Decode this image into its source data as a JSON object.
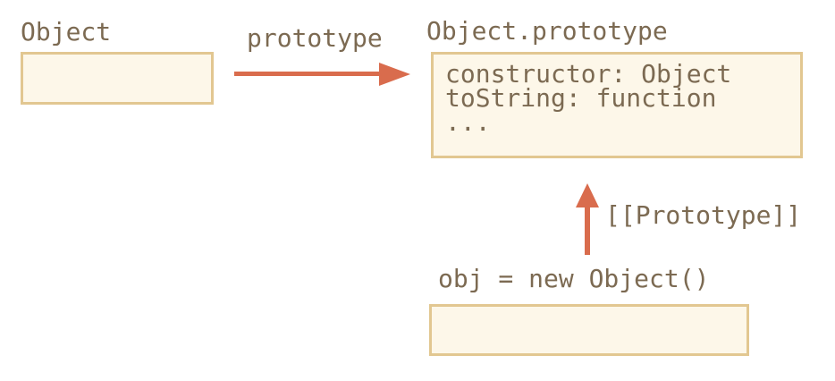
{
  "diagram": {
    "colors": {
      "text": "#7c6a52",
      "box_border": "#e2c791",
      "box_fill": "#fdf7e9",
      "arrow": "#d96c4d",
      "background": "#ffffff"
    },
    "nodes": {
      "object_constructor": {
        "label": "Object"
      },
      "object_prototype": {
        "label": "Object.prototype",
        "entries": [
          "constructor: Object",
          "toString: function",
          "..."
        ]
      },
      "obj_instance": {
        "label": "obj = new Object()"
      }
    },
    "edges": {
      "prototype_edge": {
        "label": "prototype",
        "direction": "right"
      },
      "proto_edge": {
        "label": "[[Prototype]]",
        "direction": "up"
      }
    }
  }
}
